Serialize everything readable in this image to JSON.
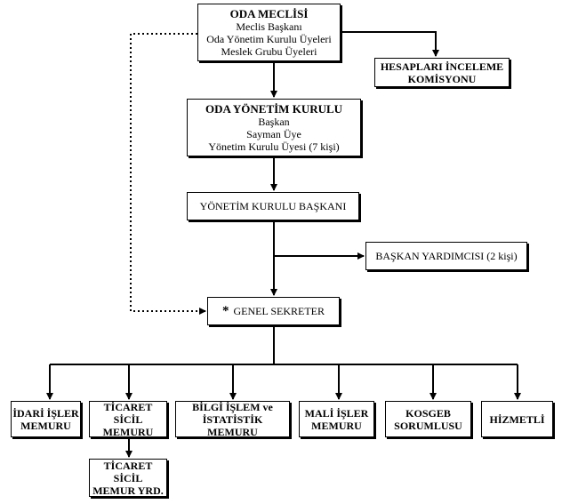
{
  "oda_meclisi": {
    "title": "ODA MECLİSİ",
    "lines": [
      "Meclis Başkanı",
      "Oda Yönetim Kurulu Üyeleri",
      "Meslek Grubu Üyeleri"
    ]
  },
  "hesaplari_inceleme": {
    "lines": [
      "HESAPLARI İNCELEME",
      "KOMİSYONU"
    ]
  },
  "oda_yonetim_kurulu": {
    "title": "ODA YÖNETİM KURULU",
    "lines": [
      "Başkan",
      "Sayman Üye",
      "Yönetim Kurulu Üyesi (7 kişi)"
    ]
  },
  "yonetim_kurulu_baskani": {
    "label": "YÖNETİM KURULU BAŞKANI"
  },
  "baskan_yardimcisi": {
    "label": "BAŞKAN YARDIMCISI (2 kişi)"
  },
  "genel_sekreter": {
    "star": "*",
    "label": "GENEL SEKRETER"
  },
  "staff": [
    {
      "lines": [
        "İDARİ İŞLER",
        "MEMURU"
      ]
    },
    {
      "lines": [
        "TİCARET SİCİL",
        "MEMURU"
      ]
    },
    {
      "lines": [
        "BİLGİ İŞLEM ve",
        "İSTATİSTİK MEMURU"
      ]
    },
    {
      "lines": [
        "MALİ İŞLER",
        "MEMURU"
      ]
    },
    {
      "lines": [
        "KOSGEB",
        "SORUMLUSU"
      ]
    },
    {
      "lines": [
        "HİZMETLİ"
      ]
    }
  ],
  "ticaret_sicil_yrd": {
    "lines": [
      "TİCARET SİCİL",
      "MEMUR YRD."
    ]
  },
  "colors": {
    "line": "#000000",
    "box_border": "#000000",
    "background": "#ffffff"
  }
}
